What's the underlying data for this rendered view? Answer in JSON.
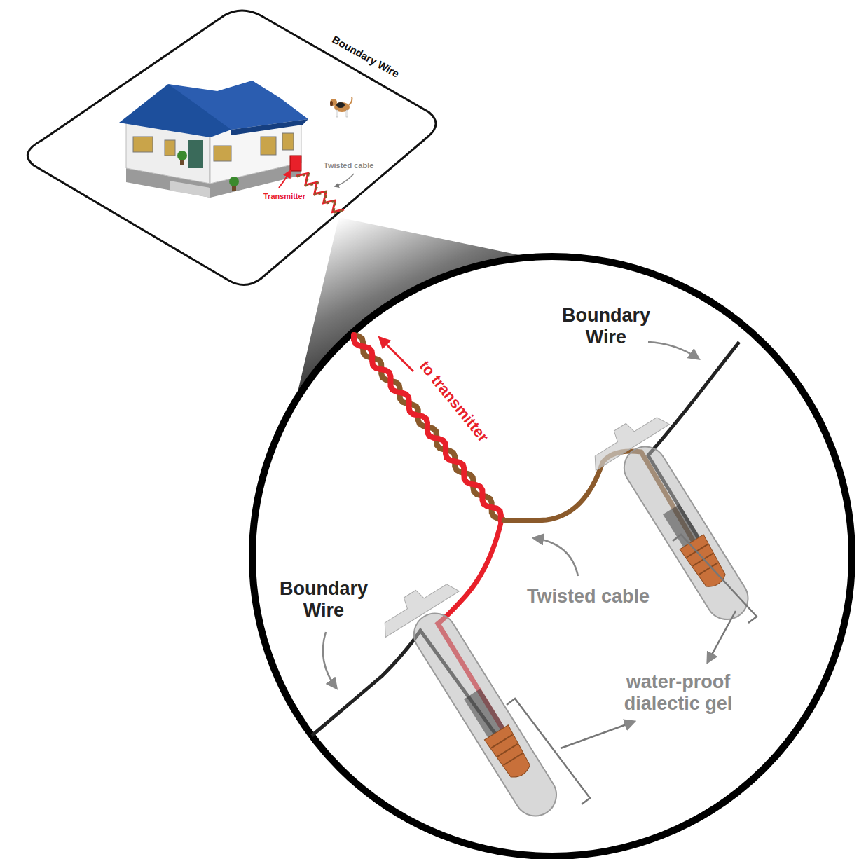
{
  "diagram": {
    "labels": [
      "Boundary Wire",
      "Twisted cable",
      "Transmitter",
      "to transmitter",
      "Boundary Wire",
      "Boundary Wire",
      "Twisted cable",
      "water-proof dialectic gel"
    ]
  }
}
